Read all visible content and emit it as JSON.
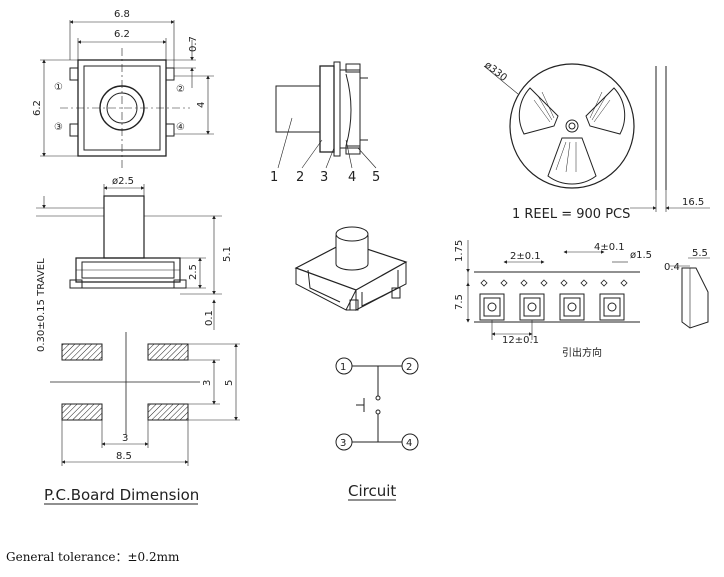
{
  "top_view": {
    "width_outer": "6.8",
    "width_inner": "6.2",
    "height": "6.2",
    "offset": "0.7",
    "pin_pitch": "4",
    "pins": [
      "①",
      "②",
      "③",
      "④"
    ]
  },
  "side_parts": {
    "labels": [
      "1",
      "2",
      "3",
      "4",
      "5"
    ]
  },
  "reel": {
    "diameter": "ø330",
    "text": "1 REEL = 900 PCS",
    "thickness": "16.5"
  },
  "front_view": {
    "stem_dia": "ø2.5",
    "travel": "0.30±0.15 TRAVEL",
    "h_total": "5.1",
    "h_body": "2.5",
    "h_gap": "0.1"
  },
  "tape": {
    "d1": "1.75",
    "d2": "7.5",
    "pitch_hole": "2±0.1",
    "pitch_hole2": "4±0.1",
    "hole_dia": "ø1.5",
    "pitch_part": "12±0.1",
    "direction": "引出方向",
    "t1": "0.4",
    "t2": "5.5"
  },
  "pcb": {
    "title": "P.C.Board Dimension",
    "dim_3v": "3",
    "dim_5v": "5",
    "dim_3h": "3",
    "dim_85": "8.5"
  },
  "circuit": {
    "title": "Circuit",
    "pins": [
      "1",
      "2",
      "3",
      "4"
    ]
  },
  "footer": {
    "tolerance": "General tolerance：±0.2mm"
  }
}
